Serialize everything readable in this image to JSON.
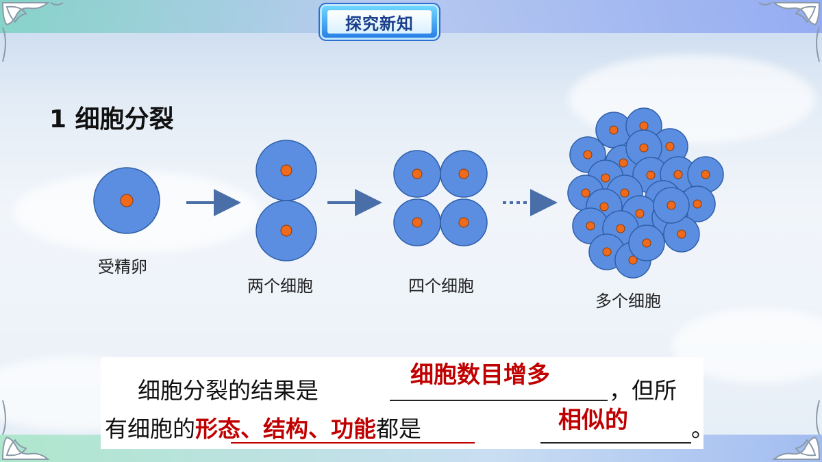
{
  "header": {
    "badge_label": "探究新知"
  },
  "section": {
    "title": "1 细胞分裂"
  },
  "stages": [
    {
      "label": "受精卵",
      "cells": 1
    },
    {
      "label": "两个细胞",
      "cells": 2
    },
    {
      "label": "四个细胞",
      "cells": 4
    },
    {
      "label": "多个细胞",
      "cells": 24
    }
  ],
  "colors": {
    "cell_fill": "#5b8ee0",
    "cell_stroke": "#2f5fa8",
    "nucleus": "#f06a1c",
    "arrow": "#4a6fa8",
    "answer_red": "#c00000"
  },
  "question": {
    "line1_text": "细胞分裂的结果是",
    "line1_tail": "，但所",
    "line1_answer": "细胞数目增多",
    "line2_prefix": "有细胞的",
    "line2_red": "形态、结构、功能",
    "line2_mid": "都是",
    "line2_answer": "相似的",
    "line2_end": "。"
  }
}
